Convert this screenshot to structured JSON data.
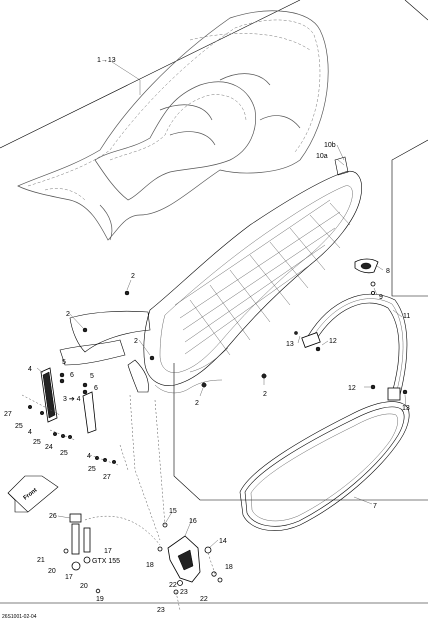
{
  "callouts": [
    {
      "id": "c1-13",
      "text": "1→13"
    },
    {
      "id": "c10b",
      "text": "10b"
    },
    {
      "id": "c10a",
      "text": "10a"
    },
    {
      "id": "c8",
      "text": "8"
    },
    {
      "id": "c9",
      "text": "9"
    },
    {
      "id": "c11",
      "text": "11"
    },
    {
      "id": "c12a",
      "text": "12"
    },
    {
      "id": "c13a",
      "text": "13"
    },
    {
      "id": "c12b",
      "text": "12"
    },
    {
      "id": "c13b",
      "text": "13"
    },
    {
      "id": "c2a",
      "text": "2"
    },
    {
      "id": "c2b",
      "text": "2"
    },
    {
      "id": "c2c",
      "text": "2"
    },
    {
      "id": "c2d",
      "text": "2"
    },
    {
      "id": "c2e",
      "text": "2"
    },
    {
      "id": "c4a",
      "text": "4"
    },
    {
      "id": "c5a",
      "text": "5"
    },
    {
      "id": "c6a",
      "text": "6"
    },
    {
      "id": "c5b",
      "text": "5"
    },
    {
      "id": "c3-4",
      "text": "3 ➔ 4"
    },
    {
      "id": "c6b",
      "text": "6"
    },
    {
      "id": "c27a",
      "text": "27"
    },
    {
      "id": "c25a",
      "text": "25"
    },
    {
      "id": "c4b",
      "text": "4"
    },
    {
      "id": "c25b",
      "text": "25"
    },
    {
      "id": "c24",
      "text": "24"
    },
    {
      "id": "c25c",
      "text": "25"
    },
    {
      "id": "c4c",
      "text": "4"
    },
    {
      "id": "c25d",
      "text": "25"
    },
    {
      "id": "c27b",
      "text": "27"
    },
    {
      "id": "c7",
      "text": "7"
    },
    {
      "id": "c26",
      "text": "26"
    },
    {
      "id": "c15",
      "text": "15"
    },
    {
      "id": "c16",
      "text": "16"
    },
    {
      "id": "c14",
      "text": "14"
    },
    {
      "id": "c17a",
      "text": "17"
    },
    {
      "id": "c21",
      "text": "21"
    },
    {
      "id": "cGTX",
      "text": "GTX 155"
    },
    {
      "id": "c20a",
      "text": "20"
    },
    {
      "id": "c18a",
      "text": "18"
    },
    {
      "id": "c18b",
      "text": "18"
    },
    {
      "id": "c17b",
      "text": "17"
    },
    {
      "id": "c20b",
      "text": "20"
    },
    {
      "id": "c22a",
      "text": "22"
    },
    {
      "id": "c23a",
      "text": "23"
    },
    {
      "id": "c19",
      "text": "19"
    },
    {
      "id": "c22b",
      "text": "22"
    },
    {
      "id": "c23b",
      "text": "23"
    }
  ],
  "front_label": "Front",
  "drawing_code": "26S1001-02-04"
}
